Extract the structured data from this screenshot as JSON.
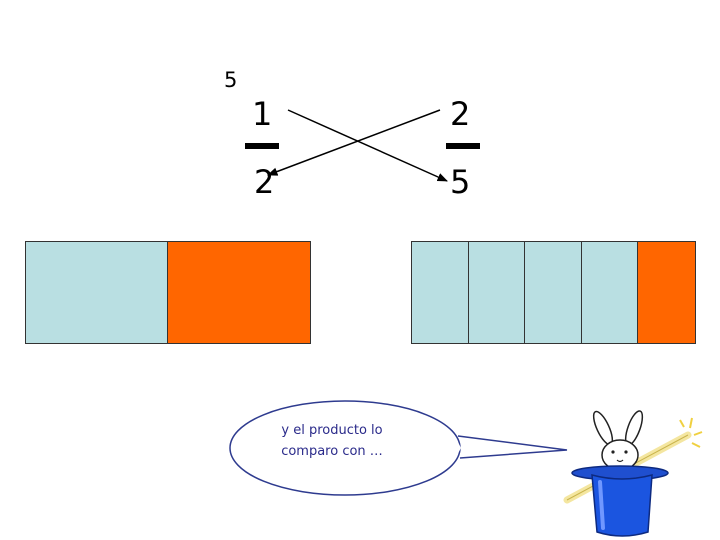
{
  "product_label": "5",
  "fraction_left": {
    "numerator": "1",
    "denominator": "2"
  },
  "fraction_right": {
    "numerator": "2",
    "denominator": "5"
  },
  "strip_half": {
    "parts": 2,
    "filled": 1,
    "colors": {
      "empty": "#b9dfe2",
      "filled": "#ff6600"
    }
  },
  "strip_fifths": {
    "parts": 5,
    "filled": 1,
    "colors": {
      "empty": "#b9dfe2",
      "filled": "#ff6600"
    }
  },
  "speech_bubble": {
    "text": "y el producto lo comparo con …"
  },
  "icons": {
    "magician": "rabbit-in-top-hat-icon",
    "wand": "magic-wand-icon"
  }
}
